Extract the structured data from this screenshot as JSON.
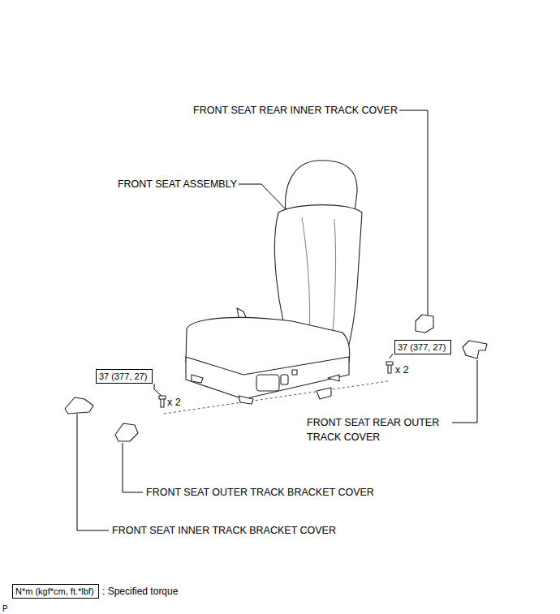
{
  "diagram": {
    "nodes": [
      {
        "text": [
          "37 (377, 27)"
        ]
      },
      {
        "text": [
          "37 (377, 27)"
        ]
      },
      {
        "text": [
          "N*m (kgf*cm, ft.*lbf)",
          ": Specified torque"
        ]
      }
    ],
    "labels": [
      "FRONT SEAT REAR INNER TRACK COVER",
      "FRONT SEAT ASSEMBLY",
      "x 2",
      "x 2",
      "FRONT SEAT REAR OUTER TRACK COVER",
      "FRONT SEAT OUTER TRACK BRACKET COVER",
      "FRONT SEAT INNER TRACK BRACKET COVER",
      "P"
    ]
  }
}
